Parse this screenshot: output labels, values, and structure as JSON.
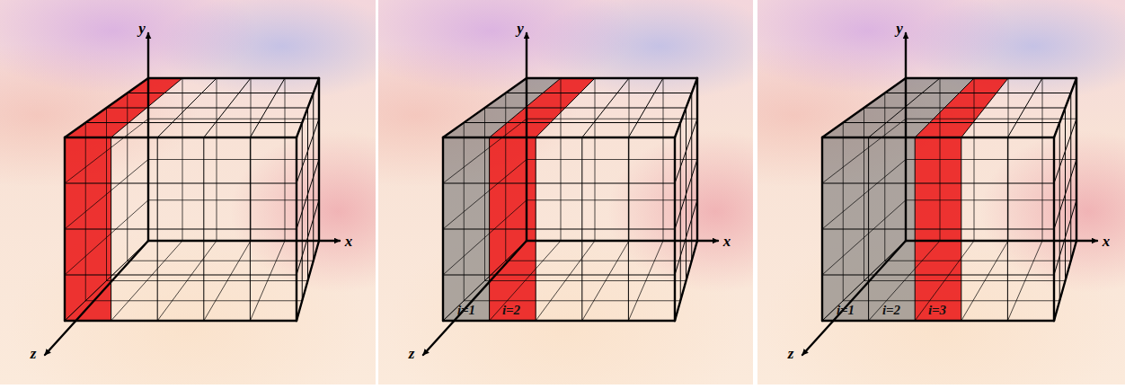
{
  "diagram": {
    "labels": [
      "y",
      "x",
      "z",
      "y",
      "x",
      "z",
      "i=1",
      "i=2",
      "y",
      "x",
      "z",
      "i=1",
      "i=2",
      "i=3"
    ]
  }
}
